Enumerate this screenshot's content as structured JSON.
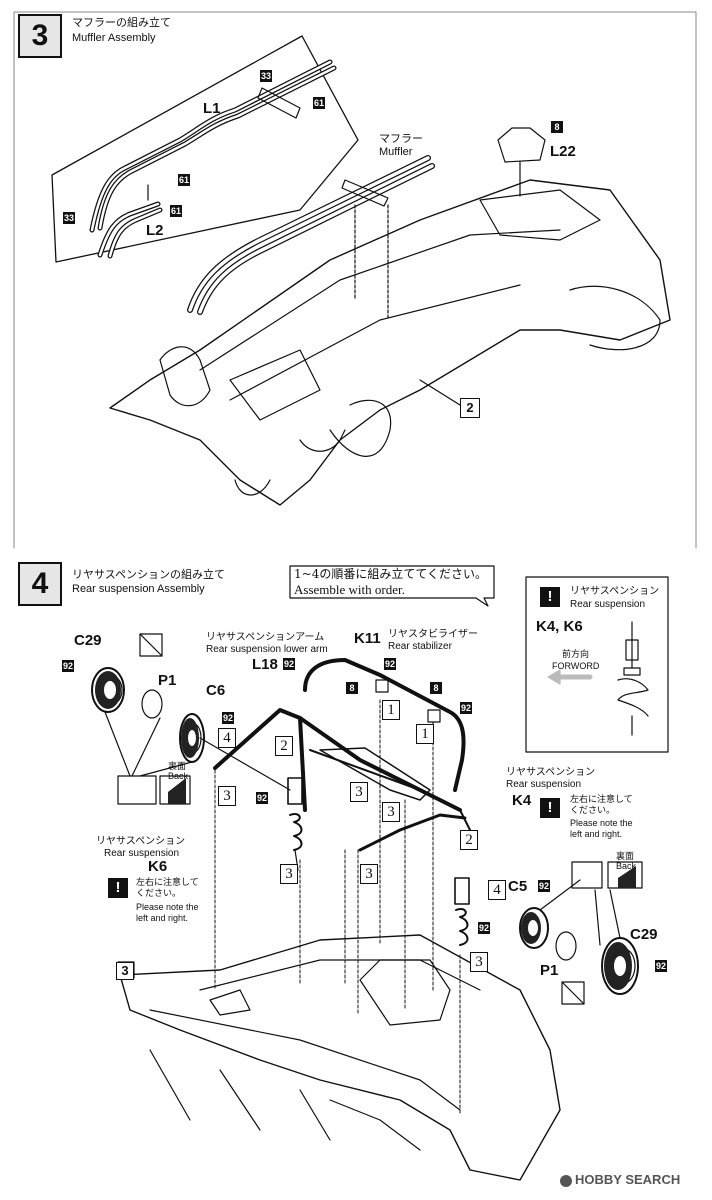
{
  "step3": {
    "number": "3",
    "title_jp": "マフラーの組み立て",
    "title_en": "Muffler Assembly",
    "parts": {
      "l1": "L1",
      "l2": "L2",
      "l22": "L22",
      "n33a": "33",
      "n33b": "33",
      "n61a": "61",
      "n61b": "61",
      "n61c": "61",
      "n8": "8"
    },
    "muffler_jp": "マフラー",
    "muffler_en": "Muffler",
    "ref_box": "2"
  },
  "step4": {
    "number": "4",
    "title_jp": "リヤサスペンションの組み立て",
    "title_en": "Rear suspension Assembly",
    "order_note_jp": "1~4の順番に組み立ててください。",
    "order_note_en": "Assemble with order.",
    "inset": {
      "title_jp": "リヤサスペンション",
      "title_en": "Rear suspension",
      "parts": "K4, K6",
      "front_jp": "前方向",
      "front_en": "FORWORD"
    },
    "lower_arm_jp": "リヤサスペンションアーム",
    "lower_arm_en": "Rear suspension lower arm",
    "stabilizer_jp": "リヤスタビライザー",
    "stabilizer_en": "Rear stabilizer",
    "rear_susp_jp": "リヤサスペンション",
    "rear_susp_en": "Rear suspension",
    "note_jp": "左右に注意して\nください。",
    "note_en": "Please note the\nleft and right.",
    "back_jp": "裏面",
    "back_en": "Back",
    "parts": {
      "c29a": "C29",
      "c29b": "C29",
      "p1a": "P1",
      "p1b": "P1",
      "c6": "C6",
      "c5": "C5",
      "l18": "L18",
      "k11": "K11",
      "k4": "K4",
      "k6": "K6",
      "n92": "92",
      "n8": "8"
    },
    "ref_box": "3",
    "orders": [
      "1",
      "2",
      "3",
      "4"
    ]
  },
  "watermark": "HOBBY SEARCH"
}
